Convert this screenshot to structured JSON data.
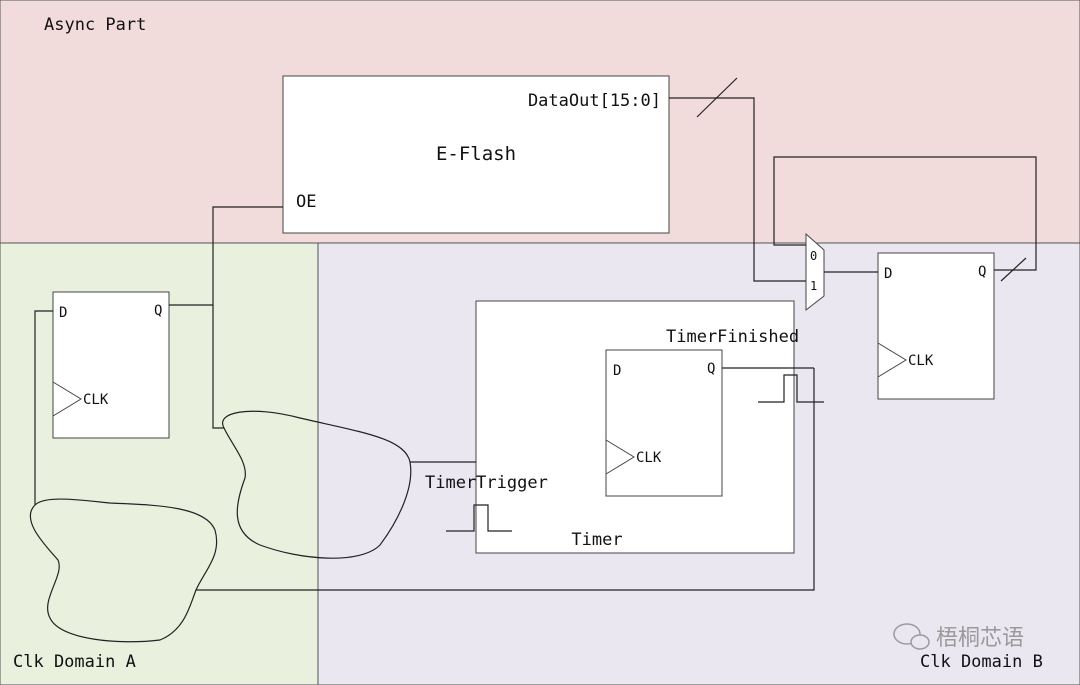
{
  "regions": {
    "async": {
      "label": "Async Part",
      "color": "#f1dcdb"
    },
    "domain_a": {
      "label": "Clk Domain A",
      "color": "#e9f0de"
    },
    "domain_b": {
      "label": "Clk Domain B",
      "color": "#ebe7f1"
    }
  },
  "eflash": {
    "title": "E-Flash",
    "data_port": "DataOut[15:0]",
    "oe_port": "OE"
  },
  "flipflop_a": {
    "d": "D",
    "q": "Q",
    "clk": "CLK"
  },
  "timer": {
    "label": "Timer",
    "trigger": "TimerTrigger",
    "finished": "TimerFinished",
    "ff": {
      "d": "D",
      "q": "Q",
      "clk": "CLK"
    }
  },
  "mux": {
    "in0": "0",
    "in1": "1"
  },
  "flipflop_b": {
    "d": "D",
    "q": "Q",
    "clk": "CLK"
  },
  "watermark": "梧桐芯语",
  "colors": {
    "wire": "#222222",
    "block": "#ffffff",
    "border": "#444444",
    "watermark": "#9a9a9a"
  }
}
